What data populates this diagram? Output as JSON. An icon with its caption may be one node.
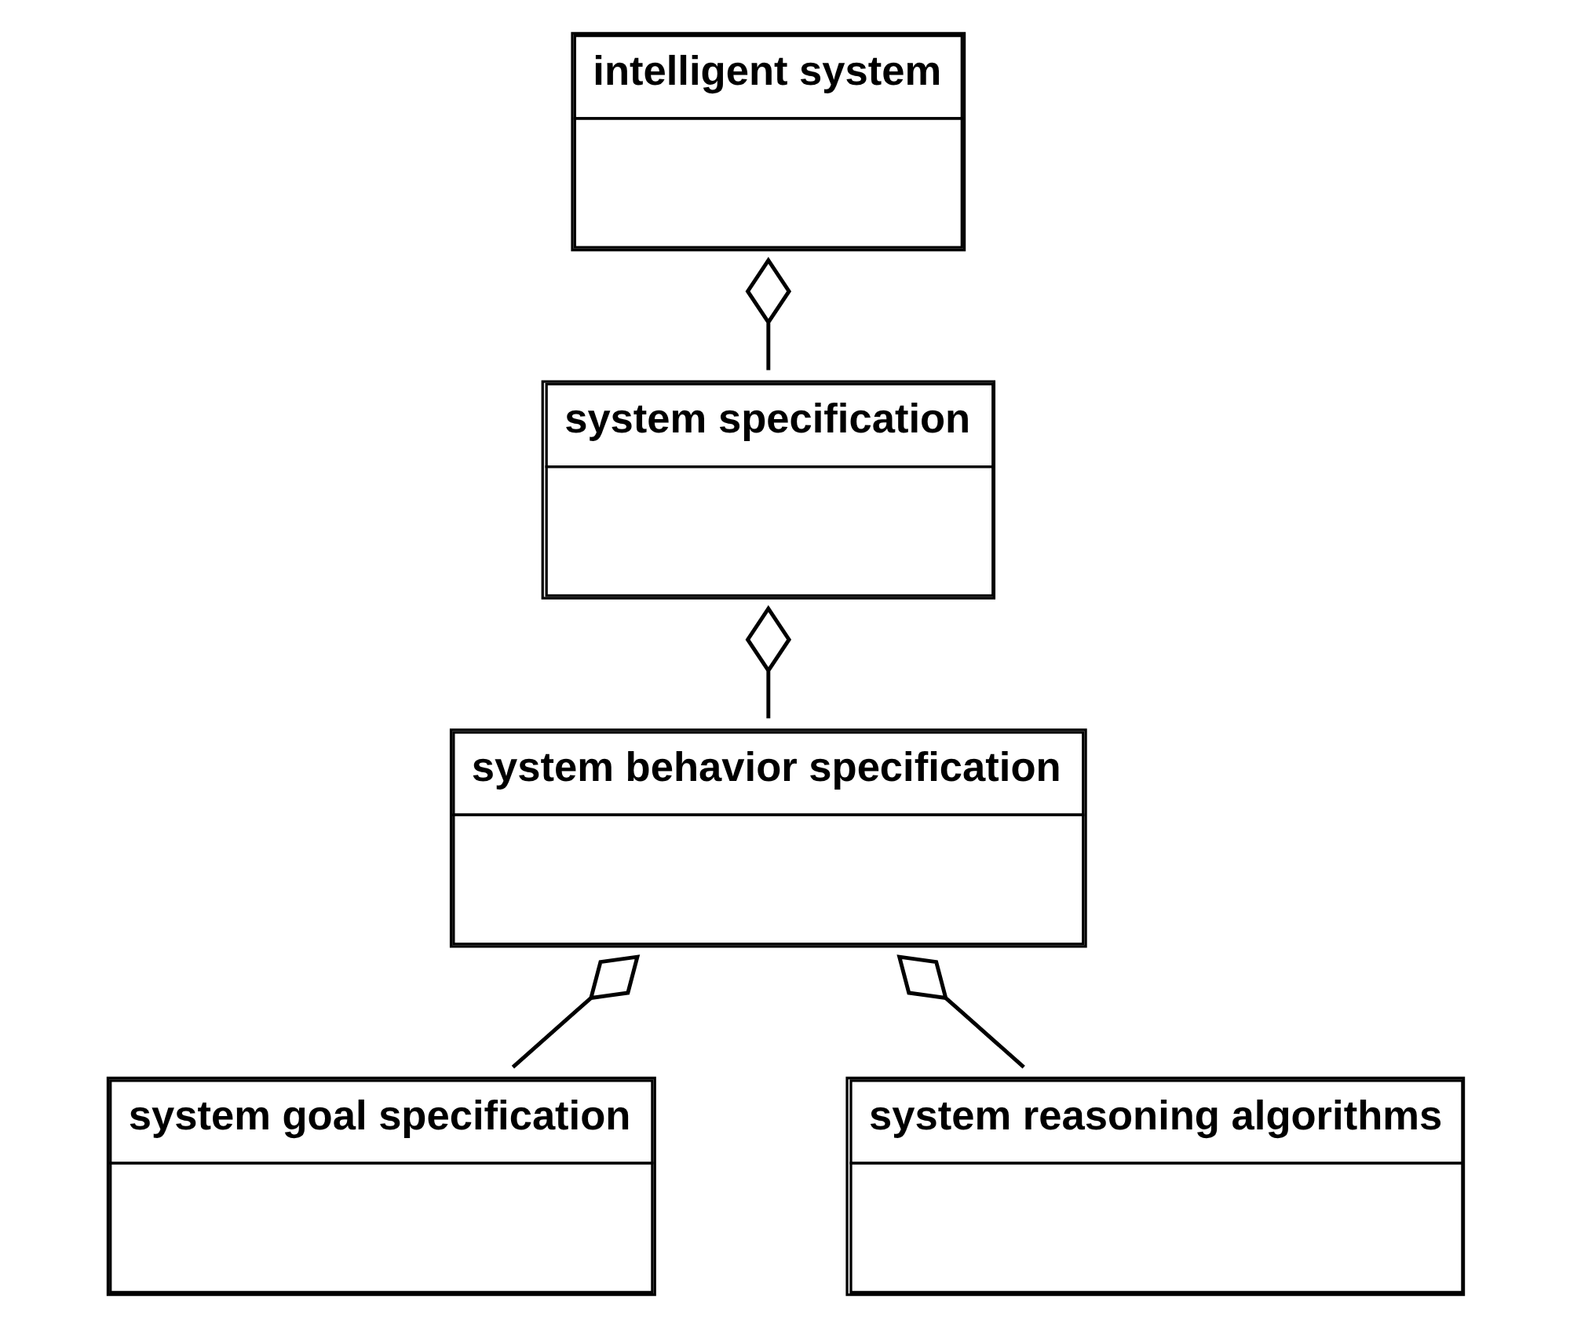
{
  "diagram": {
    "nodes": [
      {
        "text": [
          "intelligent system"
        ]
      },
      {
        "text": [
          "system specification"
        ]
      },
      {
        "text": [
          "system behavior specification"
        ]
      },
      {
        "text": [
          "system goal specification"
        ]
      },
      {
        "text": [
          "system reasoning algorithms"
        ]
      }
    ],
    "edges": [
      {
        "from": 0,
        "to": 1,
        "arrow": "other"
      },
      {
        "from": 1,
        "to": 2,
        "arrow": "other"
      },
      {
        "from": 2,
        "to": 3,
        "arrow": "other"
      },
      {
        "from": 2,
        "to": 4,
        "arrow": "other"
      }
    ]
  }
}
